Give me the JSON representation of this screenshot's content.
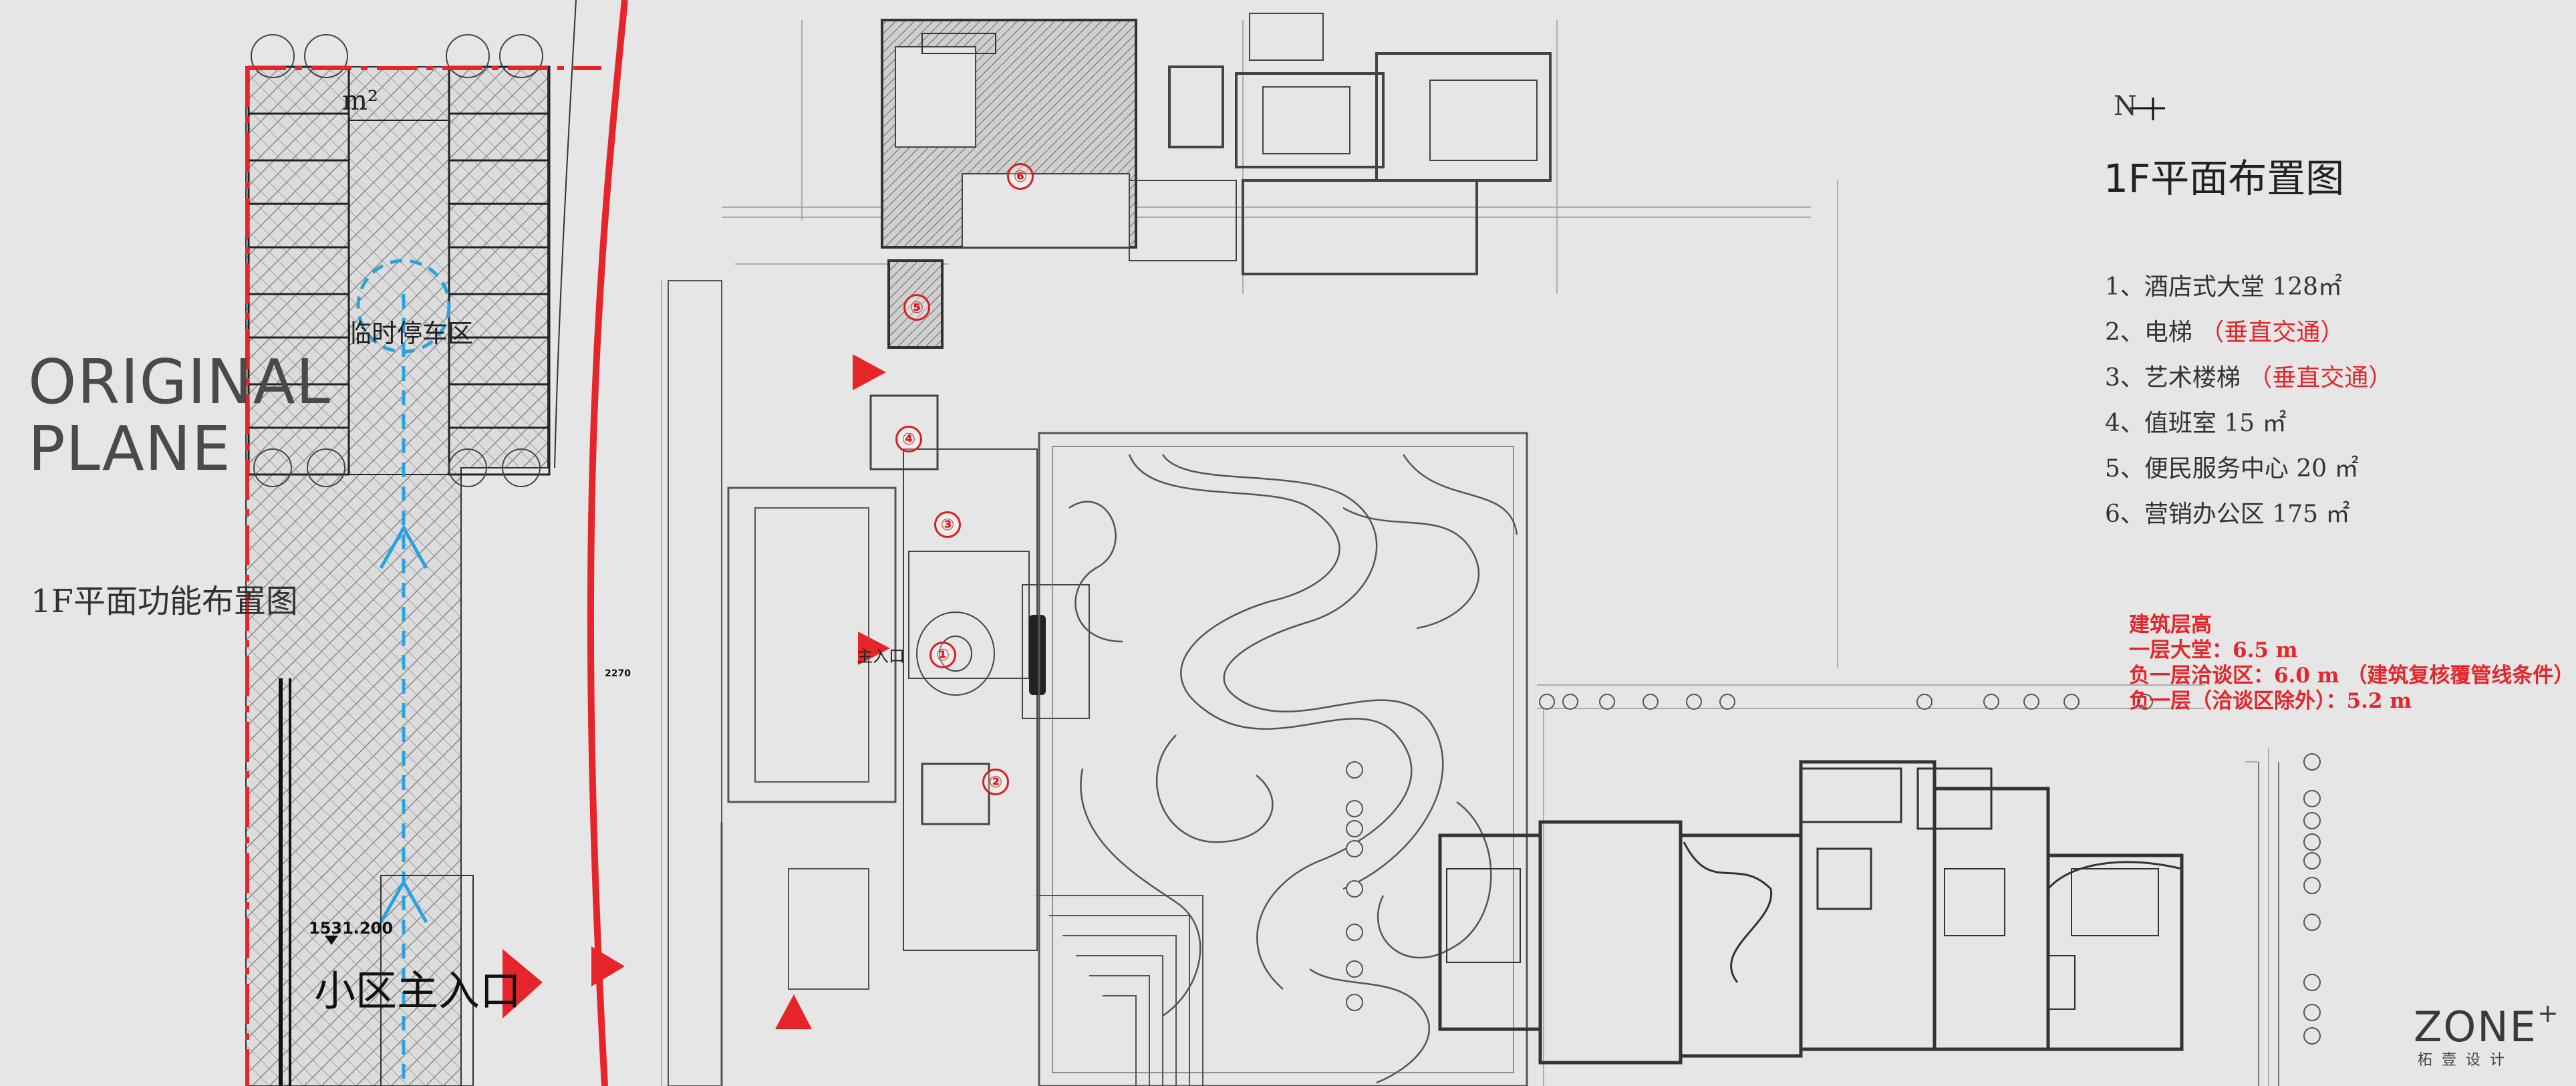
{
  "left_panel": {
    "title_line1": "ORIGINAL",
    "title_line2": "PLANE",
    "subtitle": "1F平面功能布置图",
    "parking_label": "临时停车区",
    "area_unit": "m²",
    "elevation_label": "1531.200",
    "entrance_label": "小区主入口"
  },
  "plan": {
    "markers": [
      "①",
      "②",
      "③",
      "④",
      "⑤",
      "⑥"
    ],
    "entry_label": "主入口"
  },
  "right_panel": {
    "north_label": "N",
    "title": "1F平面布置图",
    "legend": [
      {
        "text": "1、酒店式大堂 128㎡",
        "note": ""
      },
      {
        "text": "2、电梯",
        "note": "（垂直交通）"
      },
      {
        "text": "3、艺术楼梯",
        "note": "（垂直交通）"
      },
      {
        "text": "4、值班室 15 ㎡",
        "note": ""
      },
      {
        "text": "5、便民服务中心 20 ㎡",
        "note": ""
      },
      {
        "text": "6、营销办公区 175 ㎡",
        "note": ""
      }
    ],
    "notes": [
      "建筑层高",
      "一层大堂：6.5 m",
      "负一层洽谈区：6.0 m （建筑复核覆管线条件）",
      "负一层（洽谈区除外）：5.2 m"
    ],
    "colors": {
      "accent": "#e5252a",
      "lines": "#666666",
      "background": "#e6e6e6",
      "path": "#29a3e0"
    }
  },
  "logo": {
    "brand": "ZONE",
    "plus": "+",
    "sub": "柘壹设计"
  }
}
